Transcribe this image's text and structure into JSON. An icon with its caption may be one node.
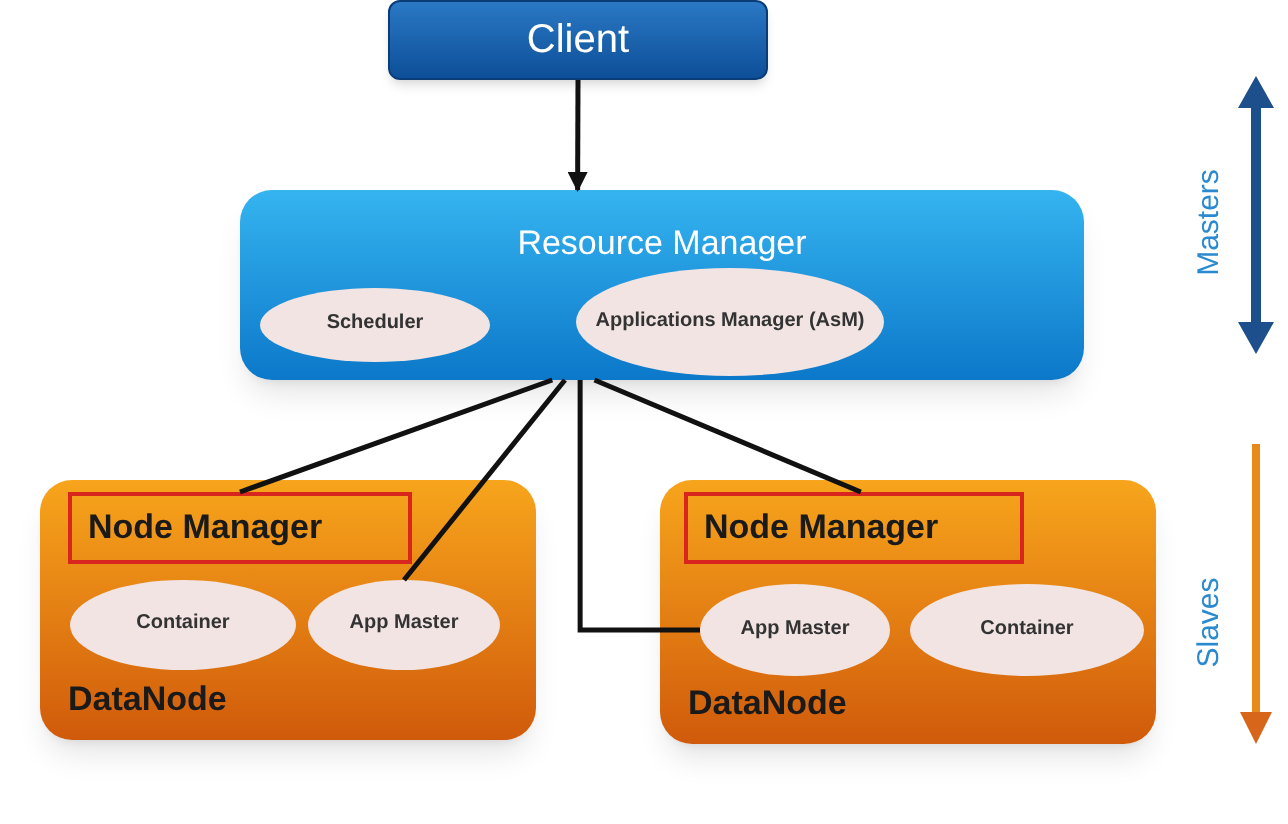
{
  "diagram": {
    "nodes": [
      {
        "text": [
          "Client"
        ]
      },
      {
        "text": [
          "Resource Manager"
        ]
      },
      {
        "text": [
          "Scheduler"
        ],
        "in": 1
      },
      {
        "text": [
          "Applications Manager (AsM)"
        ],
        "in": 1
      },
      {
        "text": [
          "DataNode"
        ]
      },
      {
        "text": [
          "Node Manager"
        ],
        "in": 4
      },
      {
        "text": [
          "Container"
        ],
        "in": 4
      },
      {
        "text": [
          "App Master"
        ],
        "in": 4
      },
      {
        "text": [
          "DataNode"
        ]
      },
      {
        "text": [
          "Node Manager"
        ],
        "in": 8
      },
      {
        "text": [
          "App Master"
        ],
        "in": 8
      },
      {
        "text": [
          "Container"
        ],
        "in": 8
      }
    ],
    "edges": [
      {
        "from": 0,
        "to": 1,
        "arrow": "to"
      },
      {
        "from": 1,
        "to": 5,
        "arrow": "none"
      },
      {
        "from": 1,
        "to": 7,
        "arrow": "none"
      },
      {
        "from": 1,
        "to": 9,
        "arrow": "none"
      },
      {
        "from": 1,
        "to": 10,
        "arrow": "none"
      }
    ],
    "labels": [
      "Masters",
      "Slaves"
    ]
  }
}
